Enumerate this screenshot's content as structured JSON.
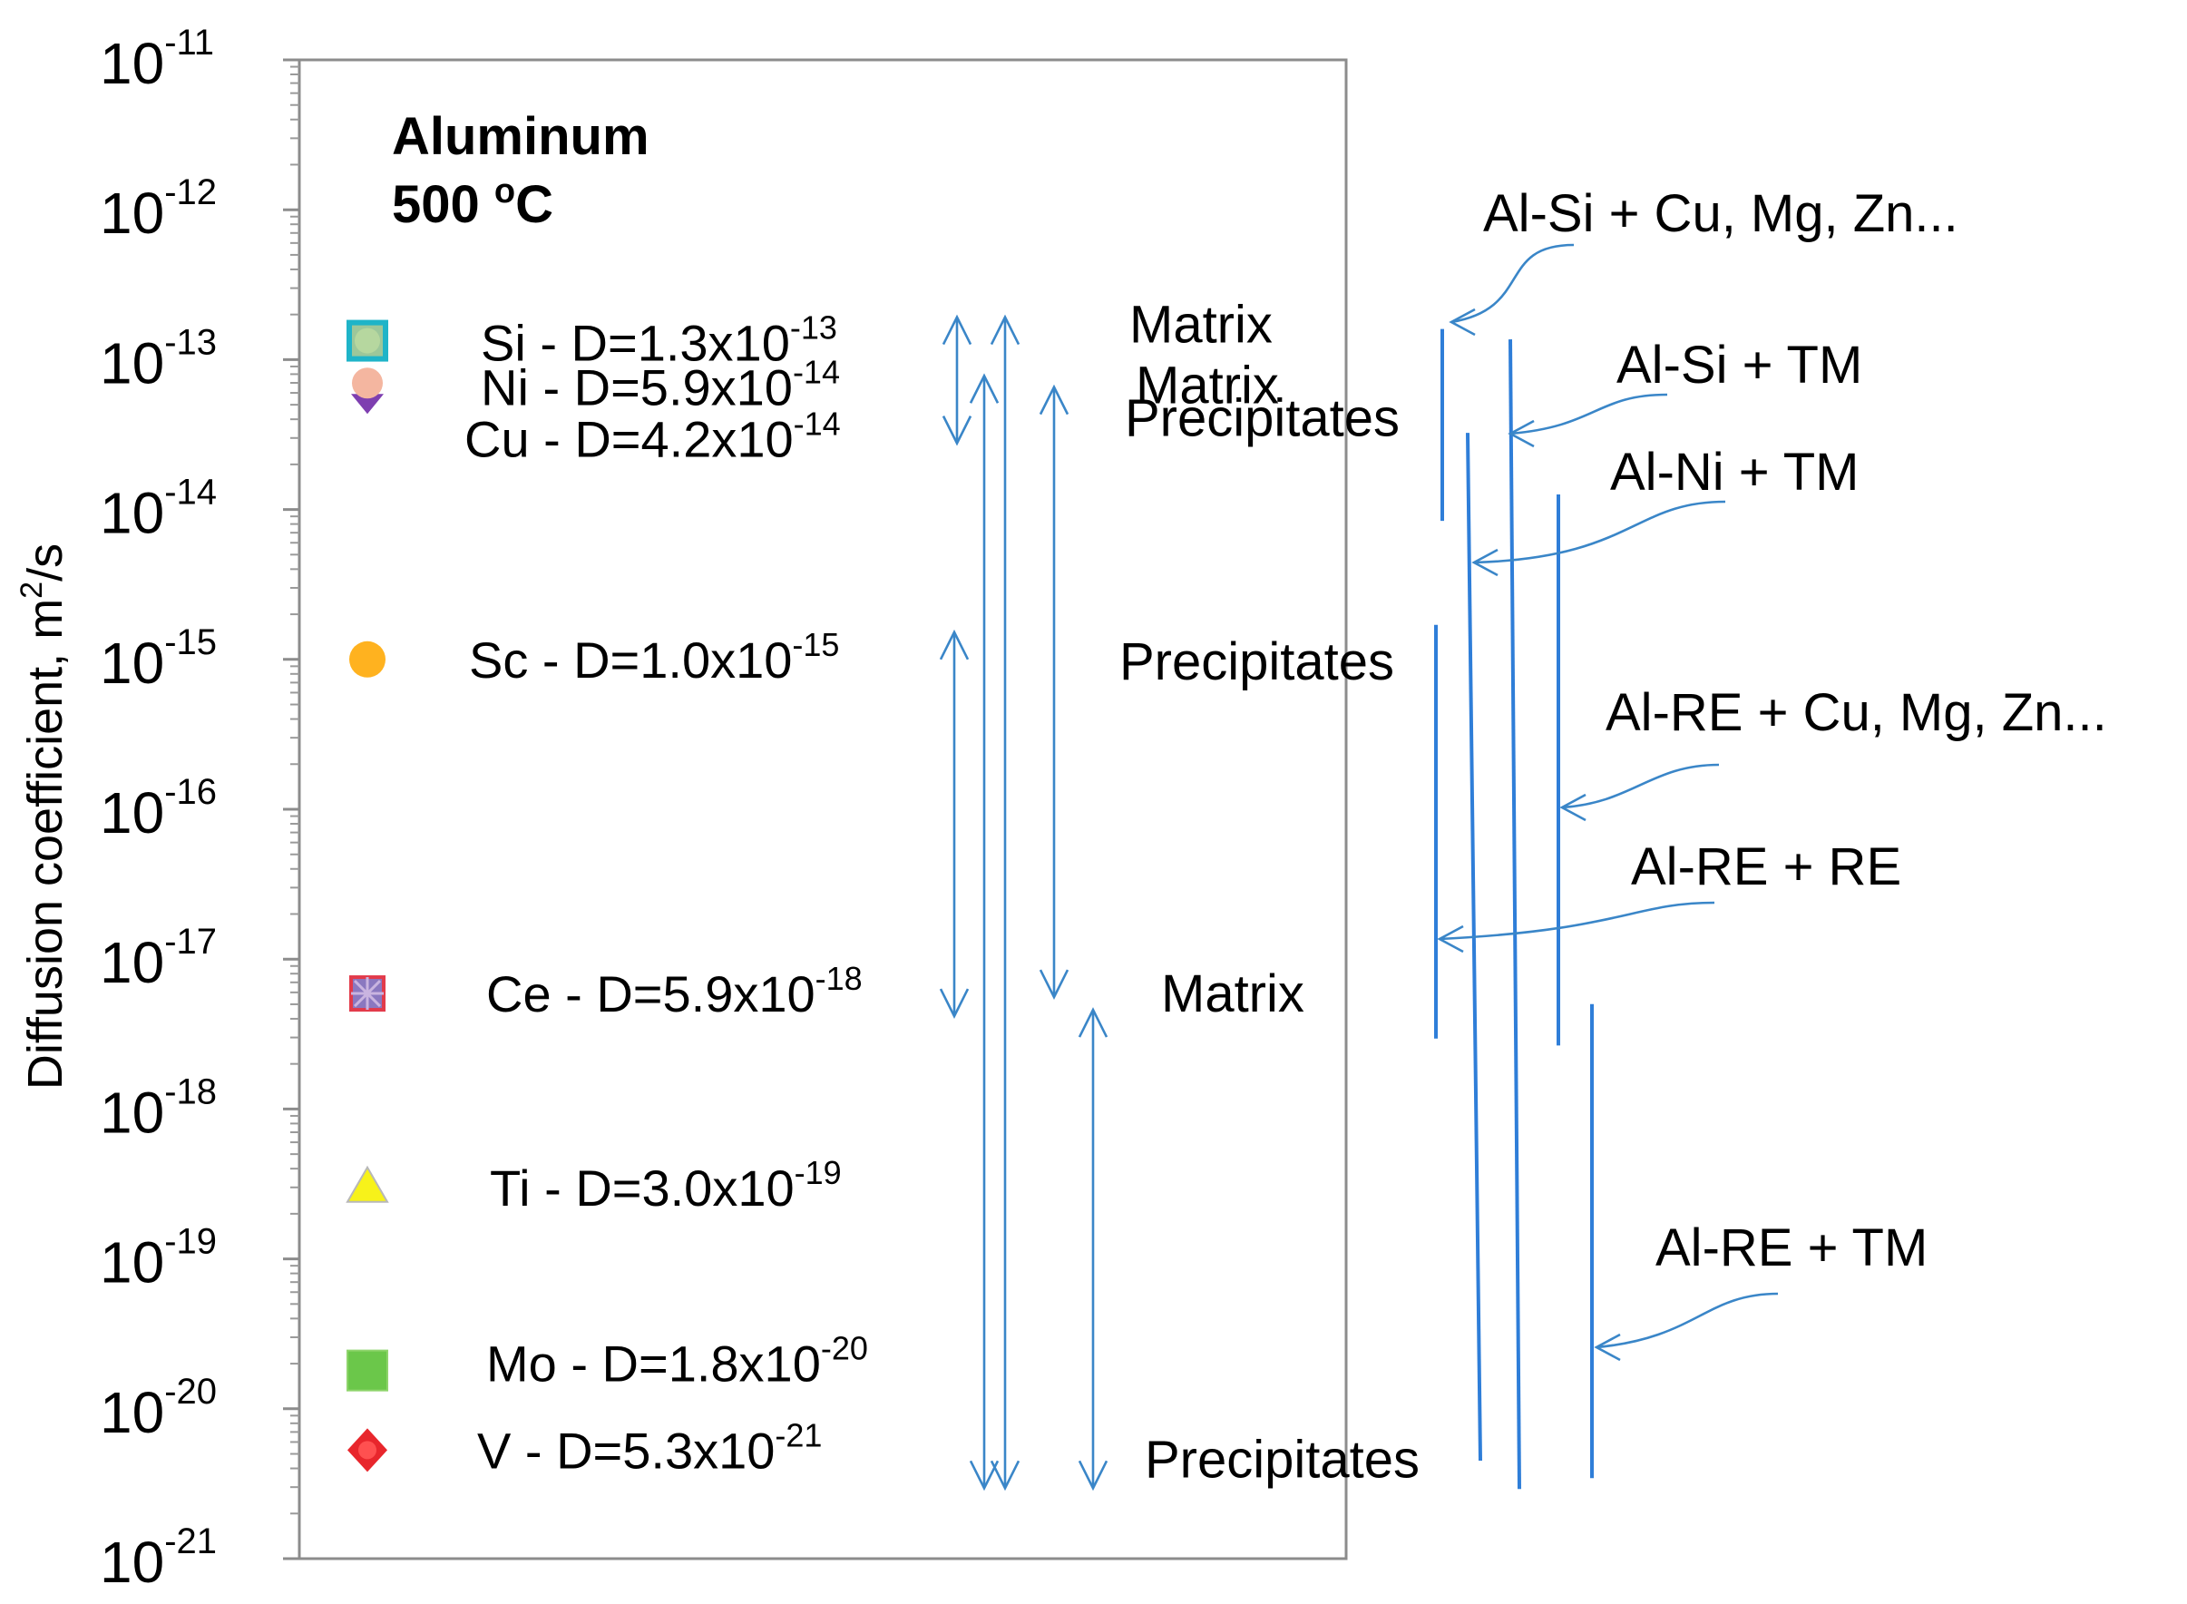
{
  "chart_data": {
    "type": "scatter",
    "title": "Aluminum",
    "subtitle_base": "500 ",
    "subtitle_sup": "o",
    "subtitle_unit": "C",
    "ylabel_main": "Diffusion coefficient, m",
    "ylabel_sup": "2",
    "ylabel_tail": "/s",
    "yscale": "log",
    "ylim": [
      1e-21,
      1e-11
    ],
    "yticks": [
      {
        "base": "10",
        "exp": "-11"
      },
      {
        "base": "10",
        "exp": "-12"
      },
      {
        "base": "10",
        "exp": "-13"
      },
      {
        "base": "10",
        "exp": "-14"
      },
      {
        "base": "10",
        "exp": "-15"
      },
      {
        "base": "10",
        "exp": "-16"
      },
      {
        "base": "10",
        "exp": "-17"
      },
      {
        "base": "10",
        "exp": "-18"
      },
      {
        "base": "10",
        "exp": "-19"
      },
      {
        "base": "10",
        "exp": "-20"
      },
      {
        "base": "10",
        "exp": "-21"
      }
    ],
    "points": [
      {
        "element": "Si",
        "label": "Si - D=1.3x10",
        "exp": "-13",
        "y": 1.3e-13,
        "marker": "square",
        "color": "#1fb4c8",
        "fill": "#9dc79a"
      },
      {
        "element": "Ni",
        "label": "Ni - D=5.9x10",
        "exp": "-14",
        "y": 5.9e-14,
        "marker": "circle-triangle",
        "color": "#f4b6a0",
        "fill": "#7e3fb0"
      },
      {
        "element": "Cu",
        "label": "Cu - D=4.2x10",
        "exp": "-14",
        "y": 4.2e-14,
        "marker": "none",
        "color": "#000000",
        "fill": "#000000"
      },
      {
        "element": "Sc",
        "label": "Sc - D=1.0x10",
        "exp": "-15",
        "y": 1e-15,
        "marker": "circle",
        "color": "#ffb21f",
        "fill": "#ffb21f"
      },
      {
        "element": "Ce",
        "label": "Ce - D=5.9x10",
        "exp": "-18",
        "y": 5.9e-18,
        "marker": "star-square",
        "color": "#e23b4b",
        "fill": "#8a78c0"
      },
      {
        "element": "Ti",
        "label": "Ti - D=3.0x10",
        "exp": "-19",
        "y": 3e-19,
        "marker": "triangle",
        "color": "#f7f21a",
        "fill": "#f7f21a"
      },
      {
        "element": "Mo",
        "label": "Mo - D=1.8x10",
        "exp": "-20",
        "y": 1.8e-20,
        "marker": "square",
        "color": "#6bc74a",
        "fill": "#6bc74a"
      },
      {
        "element": "V",
        "label": "V  - D=5.3x10",
        "exp": "-21",
        "y": 5.3e-21,
        "marker": "diamond",
        "color": "#e8262c",
        "fill": "#e8262c"
      }
    ],
    "ranges": [
      {
        "from": 1.3e-13,
        "to": 4.2e-14,
        "label": "Matrix"
      },
      {
        "from": 1.3e-13,
        "to": 5.3e-21,
        "label": ""
      },
      {
        "from": 5.9e-14,
        "to": 5.3e-21,
        "label": ""
      },
      {
        "from": 1e-15,
        "to": 5.9e-18,
        "label": ""
      },
      {
        "from": 4.2e-14,
        "to": 5.9e-18,
        "label": ""
      },
      {
        "from": 5.9e-18,
        "to": 5.3e-21,
        "label": ""
      }
    ],
    "range_labels": [
      "Matrix",
      "Matrix",
      "Precipitates",
      "Precipitates",
      "Matrix",
      "Precipitates"
    ],
    "alloy_systems": [
      {
        "label": "Al-Si + Cu, Mg, Zn..."
      },
      {
        "label": "Al-Si + TM"
      },
      {
        "label": "Al-Ni + TM"
      },
      {
        "label": "Al-RE + Cu, Mg, Zn..."
      },
      {
        "label": "Al-RE + RE"
      },
      {
        "label": "Al-RE + TM"
      }
    ]
  }
}
